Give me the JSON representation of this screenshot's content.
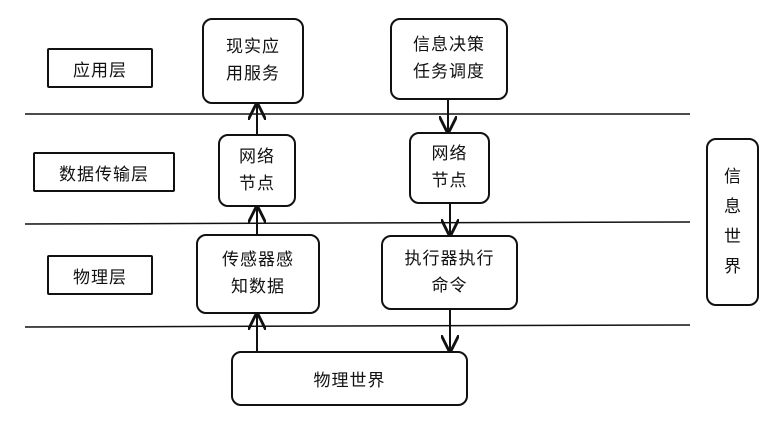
{
  "layers": {
    "application": "应用层",
    "transport": "数据传输层",
    "physical": "物理层"
  },
  "nodes": {
    "real_app_service": "现实应\n用服务",
    "decision_dispatch": "信息决策\n任务调度",
    "net_node_left": "网络\n节点",
    "net_node_right": "网络\n节点",
    "sensor_data": "传感器感\n知数据",
    "actuator_command": "执行器执行\n命令"
  },
  "worlds": {
    "physical_world": "物理世界",
    "info_world": "信息世界"
  }
}
